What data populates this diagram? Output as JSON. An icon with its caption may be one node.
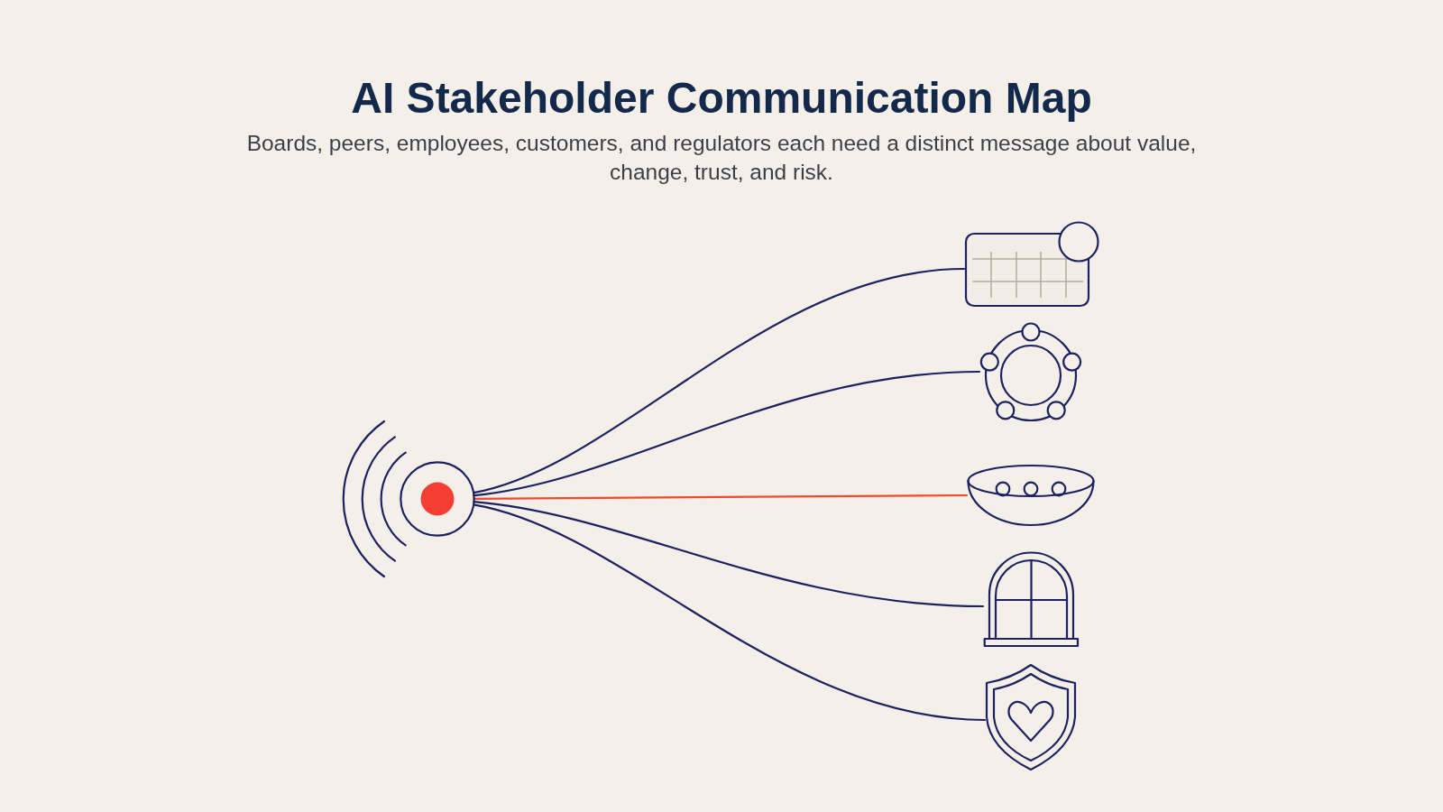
{
  "diagram": {
    "title": "AI Stakeholder Communication Map",
    "nodes": [
      {
        "text": [],
        "shape": "picture"
      },
      {
        "text": [],
        "shape": "picture"
      },
      {
        "text": [],
        "shape": "picture"
      },
      {
        "text": [],
        "shape": "picture"
      },
      {
        "text": [],
        "shape": "picture"
      },
      {
        "text": [],
        "shape": "picture"
      }
    ],
    "edges": [
      {
        "from": 0,
        "to": 1,
        "arrow": "none"
      },
      {
        "from": 0,
        "to": 2,
        "arrow": "none"
      },
      {
        "from": 0,
        "to": 3,
        "arrow": "none",
        "color": "#ef4a2c"
      },
      {
        "from": 0,
        "to": 4,
        "arrow": "none"
      },
      {
        "from": 0,
        "to": 5,
        "arrow": "none"
      }
    ],
    "labels": [
      "Boards, peers, employees, customers, and regulators each need a distinct message about value, change, trust, and risk."
    ]
  }
}
